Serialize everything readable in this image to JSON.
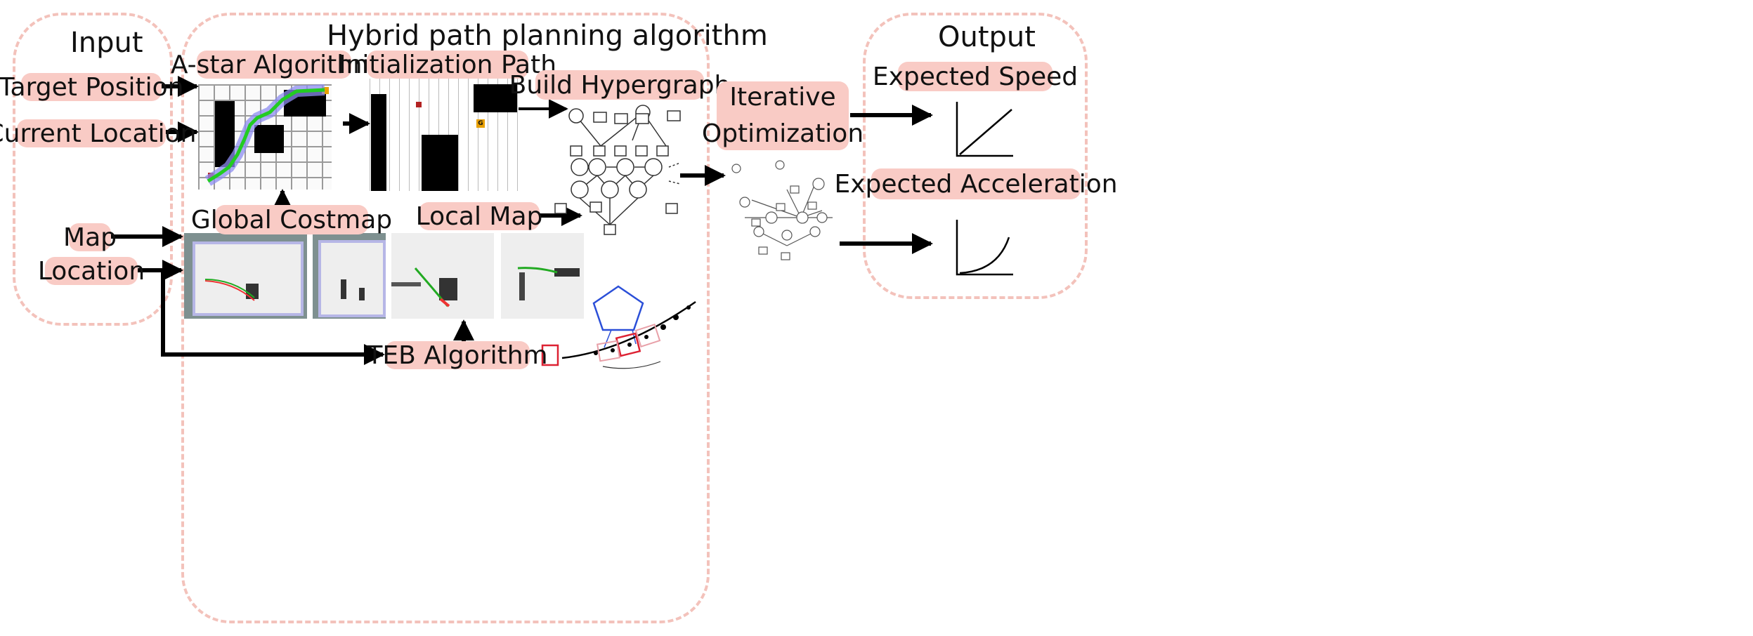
{
  "groups": {
    "input": {
      "title": "Input"
    },
    "hybrid": {
      "title": "Hybrid path planning algorithm"
    },
    "output": {
      "title": "Output"
    }
  },
  "inputs": {
    "target_position": "Target Position",
    "current_location": "Current Location",
    "map": "Map",
    "location": "Location"
  },
  "blocks": {
    "a_star": "A-star Algorithm",
    "initialization_path": "Initialization Path",
    "build_hypergraph": "Build Hypergraph",
    "global_costmap": "Global Costmap",
    "local_map": "Local Map",
    "teb_algorithm": "TEB Algorithm",
    "iterative_optimization_line1": "Iterative",
    "iterative_optimization_line2": "Optimization"
  },
  "outputs": {
    "expected_speed": "Expected Speed",
    "expected_acceleration": "Expected Acceleration"
  },
  "figure_marks": {
    "goal_marker": "G"
  },
  "colors": {
    "group_border": "#f3c2bb",
    "label_fill": "#f9cbc5",
    "arrow": "#000000",
    "path_green": "#22cc22",
    "expanded_cells": "#8c8cf0",
    "obstacle_polygon": "#2b4fd8",
    "map_inflation": "#b6b6e6"
  }
}
